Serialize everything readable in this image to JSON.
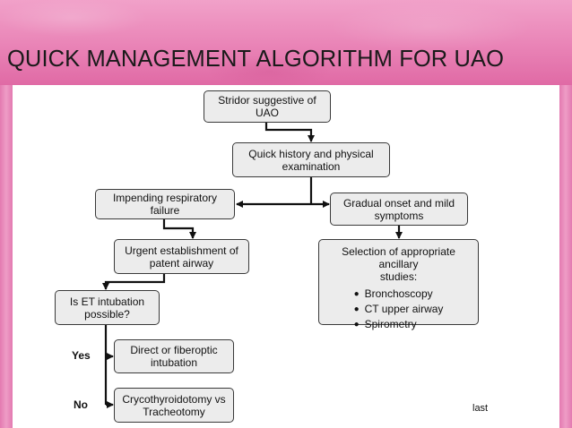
{
  "slide": {
    "title": "QUICK MANAGEMENT ALGORITHM FOR UAO",
    "note": "last"
  },
  "flowchart": {
    "stridor": "Stridor suggestive of\nUAO",
    "history": "Quick history and physical\nexamination",
    "impending": "Impending respiratory failure",
    "gradual": "Gradual onset and mild\nsymptoms",
    "urgent": "Urgent establishment of\npatent airway",
    "ancillary": {
      "title": "Selection of appropriate ancillary\nstudies:",
      "items": [
        "Bronchoscopy",
        "CT upper airway",
        "Spirometry"
      ]
    },
    "et_question": "Is ET intubation\npossible?",
    "direct": "Direct or fiberoptic\nintubation",
    "crico": "Crycothyroidotomy vs\nTracheotomy",
    "yes_label": "Yes",
    "no_label": "No"
  }
}
